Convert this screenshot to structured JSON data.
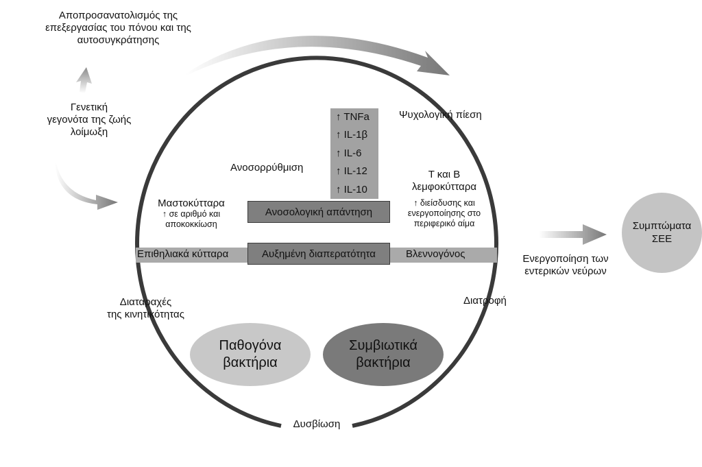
{
  "labels": {
    "reorientation": [
      "Αποπροσανατολισμός της",
      "επεξεργασίας του πόνου και της",
      "αυτοσυγκράτησης"
    ],
    "genetics": [
      "Γενετική",
      "γεγονότα της ζωής",
      "λοίμωξη"
    ],
    "psych_stress": "Ψυχολογική πίεση",
    "dysregulation": "Ανοσορρύθμιση",
    "cytokines": [
      "↑ TNFa",
      "↑ IL-1β",
      "↑ IL-6",
      "↑ IL-12",
      "↑ IL-10"
    ],
    "mast_cells_title": "Μαστοκύτταρα",
    "mast_cells_detail": [
      "↑ σε αριθμό και",
      "αποκοκκίωση"
    ],
    "immune_response": "Ανοσολογική απάντηση",
    "tb_cells_title": [
      "Τ και Β",
      "λεμφοκύτταρα"
    ],
    "tb_cells_detail": [
      "↑ διείσδυσης και",
      "ενεργοποίησης στο",
      "περιφερικό αίμα"
    ],
    "epithelial": "Επιθηλιακά κύτταρα",
    "permeability": "Αυξημένη διαπερατότητα",
    "mucosa": "Βλεννογόνος",
    "nerve_activation": [
      "Ενεργοποίηση των",
      "εντερικών νεύρων"
    ],
    "symptoms": [
      "Συμπτώματα",
      "ΣΕΕ"
    ],
    "motility": [
      "Διαταραχές",
      "της κινητικότητας"
    ],
    "diet": "Διατροφή",
    "pathogenic": [
      "Παθογόνα",
      "βακτήρια"
    ],
    "symbiotic": [
      "Συμβιωτικά",
      "βακτήρια"
    ],
    "dysbiosis": "Δυσβίωση"
  },
  "colors": {
    "circle": "#3a3a3a",
    "cytokine_box": "#a2a2a2",
    "band": "#aaaaaa",
    "dark_box": "#7f7f7f",
    "pathogenic_oval": "#c8c8c8",
    "symbiotic_oval": "#7a7a7a",
    "symptoms_circle": "#c4c4c4"
  }
}
